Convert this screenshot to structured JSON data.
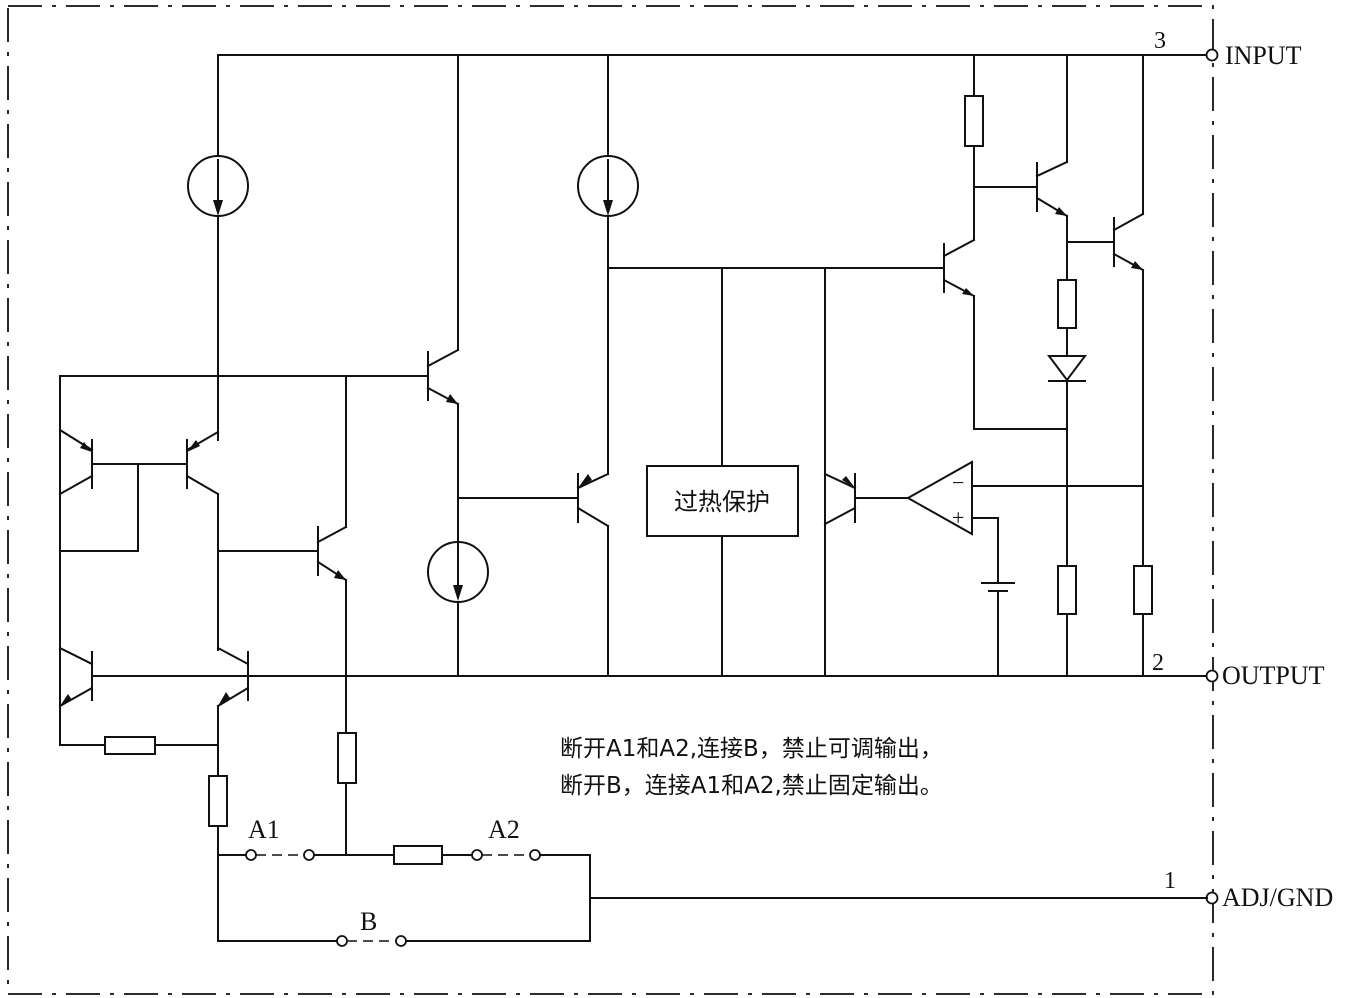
{
  "pins": {
    "input": {
      "number": "3",
      "label": "INPUT"
    },
    "output": {
      "number": "2",
      "label": "OUTPUT"
    },
    "adj": {
      "number": "1",
      "label": "ADJ/GND"
    }
  },
  "blocks": {
    "thermal_protection": "过热保护"
  },
  "op_amp": {
    "minus": "−",
    "plus": "+"
  },
  "switches": {
    "a1": "A1",
    "a2": "A2",
    "b": "B"
  },
  "note": {
    "line1": "断开A1和A2,连接B，禁止可调输出，",
    "line2": "断开B，连接A1和A2,禁止固定输出。"
  }
}
